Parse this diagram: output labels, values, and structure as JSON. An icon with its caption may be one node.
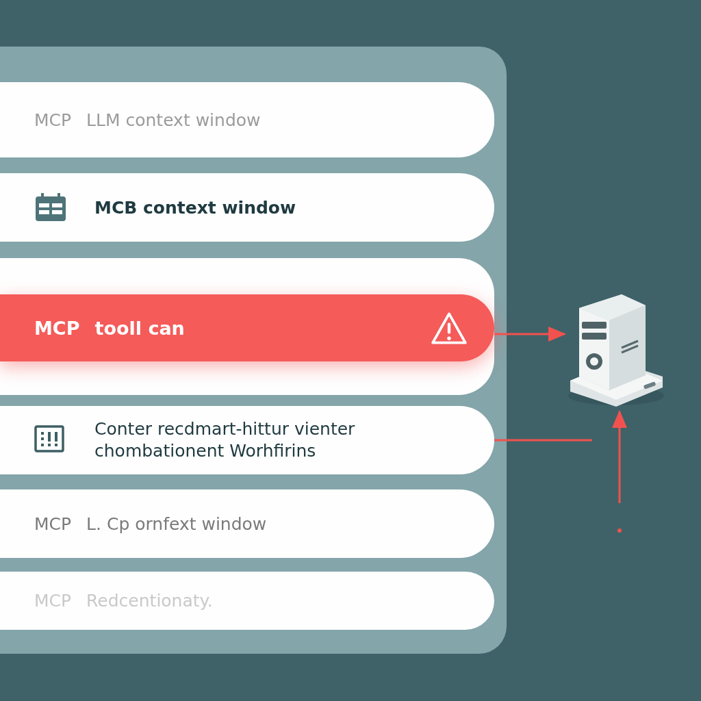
{
  "diagram": {
    "nodes": [
      {
        "text": [],
        "shape": "box"
      },
      {
        "text": [
          "MCP",
          "LLM context window"
        ],
        "in": 0
      },
      {
        "text": [
          "MCB context window"
        ],
        "in": 0
      },
      {
        "text": [],
        "shape": "box",
        "in": 0
      },
      {
        "text": [
          "MCP",
          "tooll can"
        ],
        "in": 3
      },
      {
        "text": [
          "Conter recdmart-hittur vienter chombationent Worhfirins"
        ],
        "in": 0
      },
      {
        "text": [
          "MCP",
          "L. Cp ornfext window"
        ],
        "in": 0
      },
      {
        "text": [
          "MCP",
          "Redcentionaty."
        ],
        "in": 0
      },
      {
        "text": [],
        "shape": "picture"
      }
    ],
    "edges": [
      {
        "from": 4,
        "to": 8,
        "arrow": "to"
      },
      {
        "from": 5,
        "to": null,
        "arrow": "none"
      },
      {
        "from": null,
        "to": 8,
        "arrow": "to"
      }
    ]
  }
}
